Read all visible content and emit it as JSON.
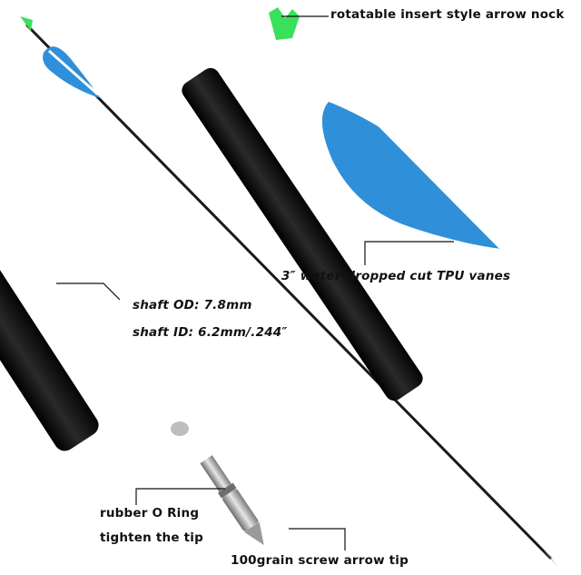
{
  "labels": {
    "nock": "rotatable insert style arrow nock",
    "vanes": "3″ water-dropped cut TPU vanes",
    "shaft_od": "shaft OD: 7.8mm",
    "shaft_id": "shaft ID: 6.2mm/.244″",
    "o_ring": "rubber O Ring",
    "tighten": "tighten the tip",
    "tip": "100grain screw arrow tip"
  },
  "colors": {
    "shaft": "#1a1a1a",
    "vane_blue": "#2f8fd8",
    "vane_white": "#ffffff",
    "nock_green": "#39e05a",
    "metal": "#b8b8b8"
  }
}
